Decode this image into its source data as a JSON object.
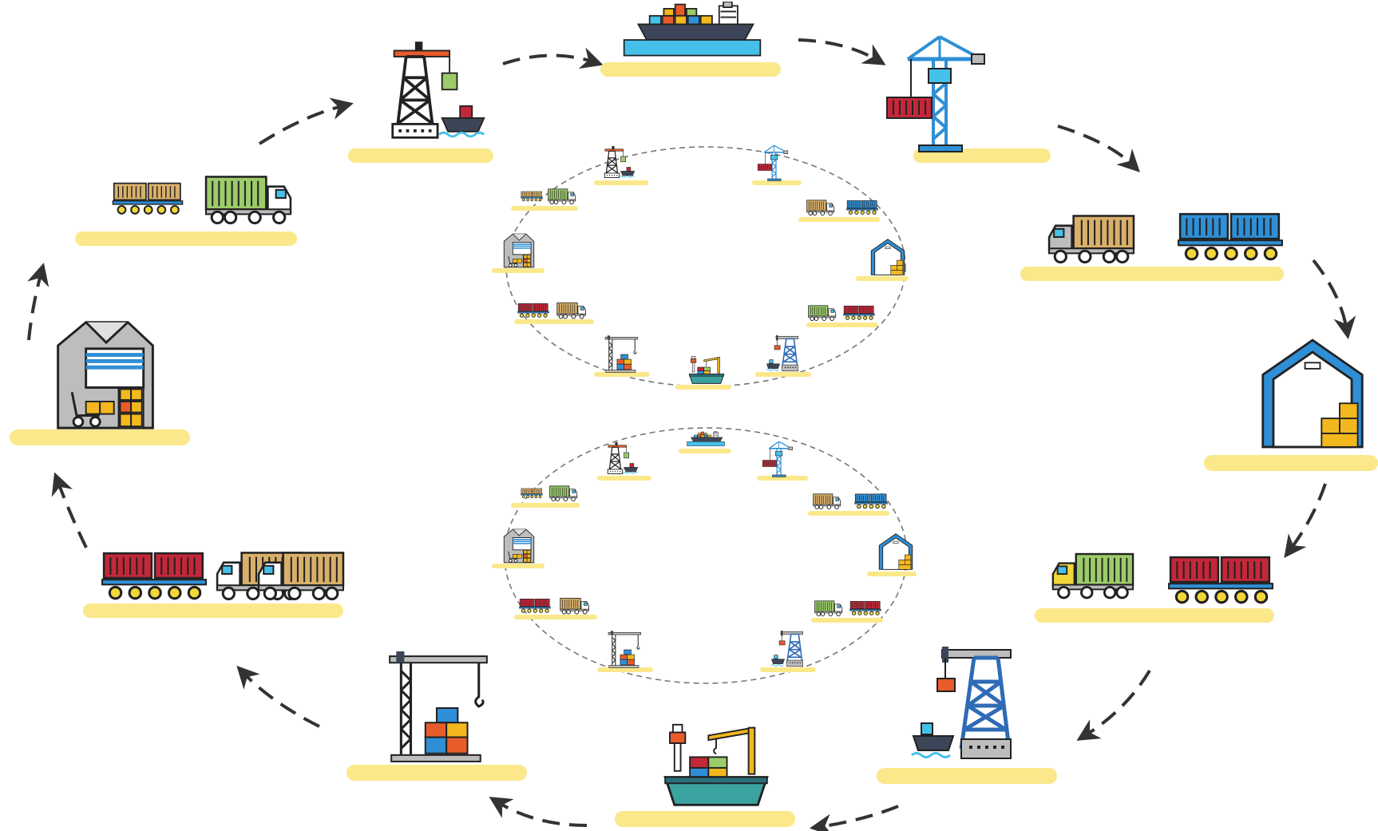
{
  "diagram": {
    "type": "logistics-cycle",
    "direction": "clockwise",
    "outer_cycle": [
      {
        "id": "ship",
        "icon": "container-ship-icon"
      },
      {
        "id": "quay-crane-1",
        "icon": "quay-crane-icon"
      },
      {
        "id": "truck-train-1",
        "icon": "truck-and-railcar-icon"
      },
      {
        "id": "warehouse-blue",
        "icon": "warehouse-icon"
      },
      {
        "id": "truck-train-2",
        "icon": "truck-and-railcar-icon"
      },
      {
        "id": "crane-tower-loading",
        "icon": "tower-crane-loading-ship-icon"
      },
      {
        "id": "port-ship",
        "icon": "port-ship-icon"
      },
      {
        "id": "container-yard",
        "icon": "container-yard-crane-icon"
      },
      {
        "id": "train-trucks",
        "icon": "railcar-and-trucks-icon"
      },
      {
        "id": "warehouse-gray",
        "icon": "warehouse-forklift-icon"
      },
      {
        "id": "railcar-truck",
        "icon": "railcar-and-truck-icon"
      },
      {
        "id": "crane-ship-loading",
        "icon": "crane-loading-ship-icon"
      }
    ],
    "inner_cycles": 2,
    "colors": {
      "platform": "#fbe88a",
      "outline": "#2b2b2b",
      "blue": "#2f8fd6",
      "light_blue": "#45c0ea",
      "red": "#c3283a",
      "green": "#9ccc6a",
      "yellow": "#f2b81e",
      "tan": "#d9b06b",
      "gray": "#bdbdbd",
      "orange": "#e85c2c",
      "arrow": "#333333"
    }
  }
}
